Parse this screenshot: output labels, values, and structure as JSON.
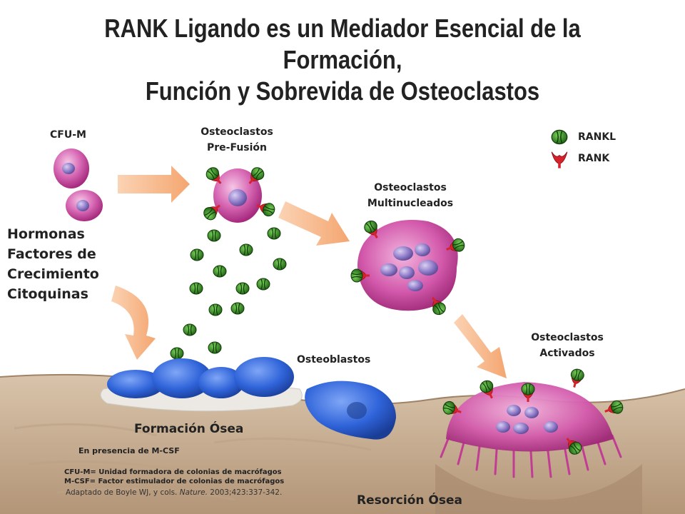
{
  "title": {
    "line1": "RANK Ligando es un Mediador Esencial de la Formación,",
    "line2": "Función y Sobrevida de Osteoclastos"
  },
  "labels": {
    "cfu_m": "CFU-M",
    "pre_fusion_1": "Osteoclastos",
    "pre_fusion_2": "Pre-Fusión",
    "multinuc_1": "Osteoclastos",
    "multinuc_2": "Multinucleados",
    "activated_1": "Osteoclastos",
    "activated_2": "Activados",
    "osteoblasts": "Osteoblastos",
    "factors": [
      "Hormonas",
      "Factores de",
      "Crecimiento",
      "Citoquinas"
    ],
    "bone_formation": "Formación Ósea",
    "bone_resorption": "Resorción Ósea",
    "mcsf_presence": "En presencia de M-CSF"
  },
  "legend": {
    "rankl": "RANKL",
    "rank": "RANK"
  },
  "footnotes": {
    "cfu_m_def": "CFU-M= Unidad formadora de colonias de macrófagos",
    "mcsf_def": "M-CSF= Factor estimulador de colonias de macrófagos",
    "citation_pre": "Adaptado de Boyle WJ, y cols. ",
    "citation_journal": "Nature.",
    "citation_post": " 2003;423:337-342."
  },
  "colors": {
    "cell_pink": "#c13d93",
    "osteoblast_blue": "#2f63d9",
    "arrow_peach": "#f7b98d",
    "rankl_green": "#2d8a1e",
    "rank_red": "#d8222b",
    "bone_tan": "#c9b196"
  }
}
